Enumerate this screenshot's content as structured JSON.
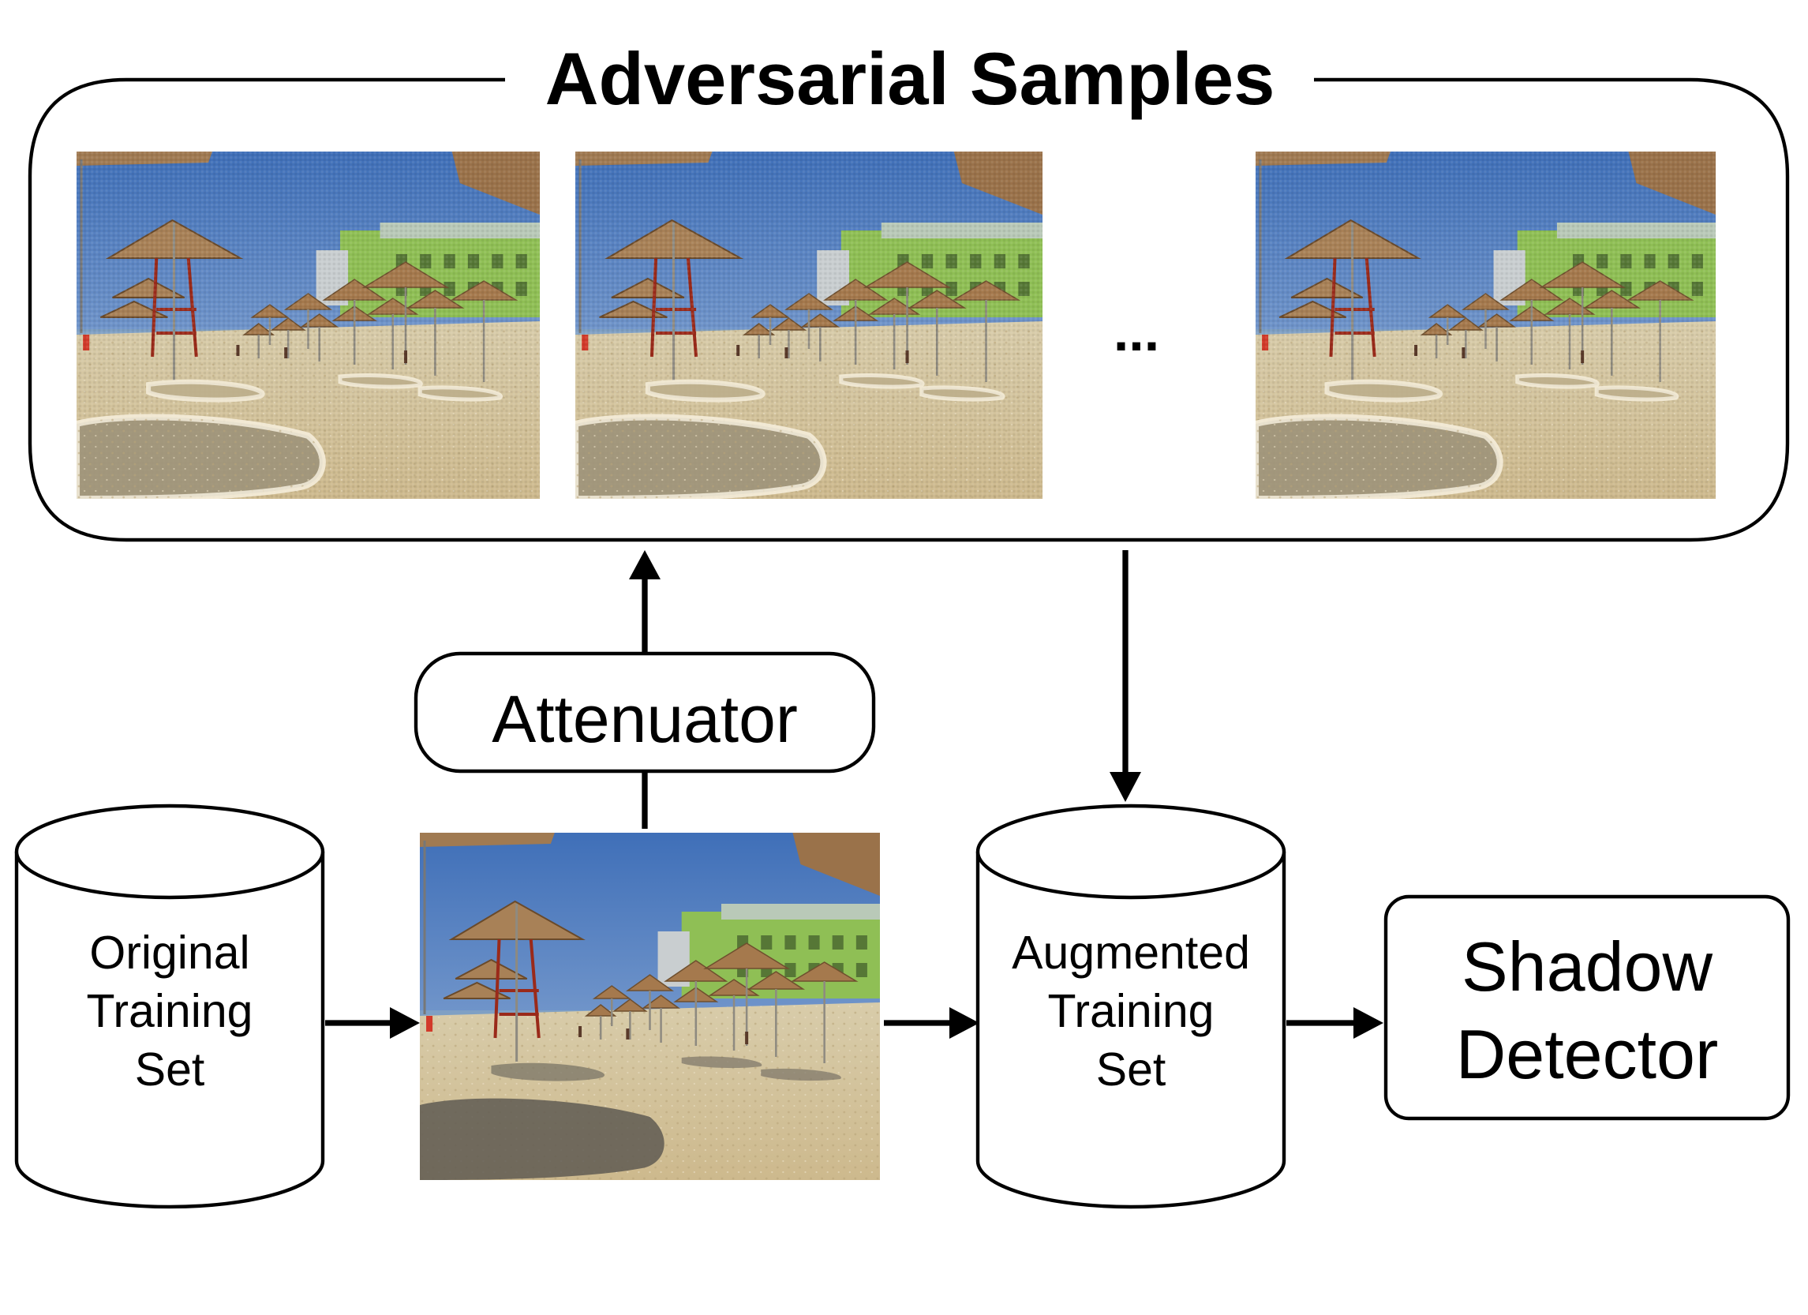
{
  "adversarial_group": {
    "title": "Adversarial Samples",
    "ellipsis": "..."
  },
  "attenuator": {
    "label": "Attenuator"
  },
  "original_set": {
    "lines": [
      "Original",
      "Training",
      "Set"
    ]
  },
  "augmented_set": {
    "lines": [
      "Augmented",
      "Training",
      "Set"
    ]
  },
  "shadow_detector": {
    "lines": [
      "Shadow",
      "Detector"
    ]
  },
  "colors": {
    "sky": "#4d7ec4",
    "sand": "#d9c99a",
    "umbrella": "#a5794d",
    "building_green": "#97c25a",
    "shadow": "#6e6a60",
    "stroke": "#000000"
  },
  "images": [
    {
      "role": "original",
      "icon": "beach-photo"
    },
    {
      "role": "adversarial-1",
      "icon": "beach-photo-attenuated"
    },
    {
      "role": "adversarial-2",
      "icon": "beach-photo-attenuated"
    },
    {
      "role": "adversarial-n",
      "icon": "beach-photo-attenuated"
    }
  ]
}
